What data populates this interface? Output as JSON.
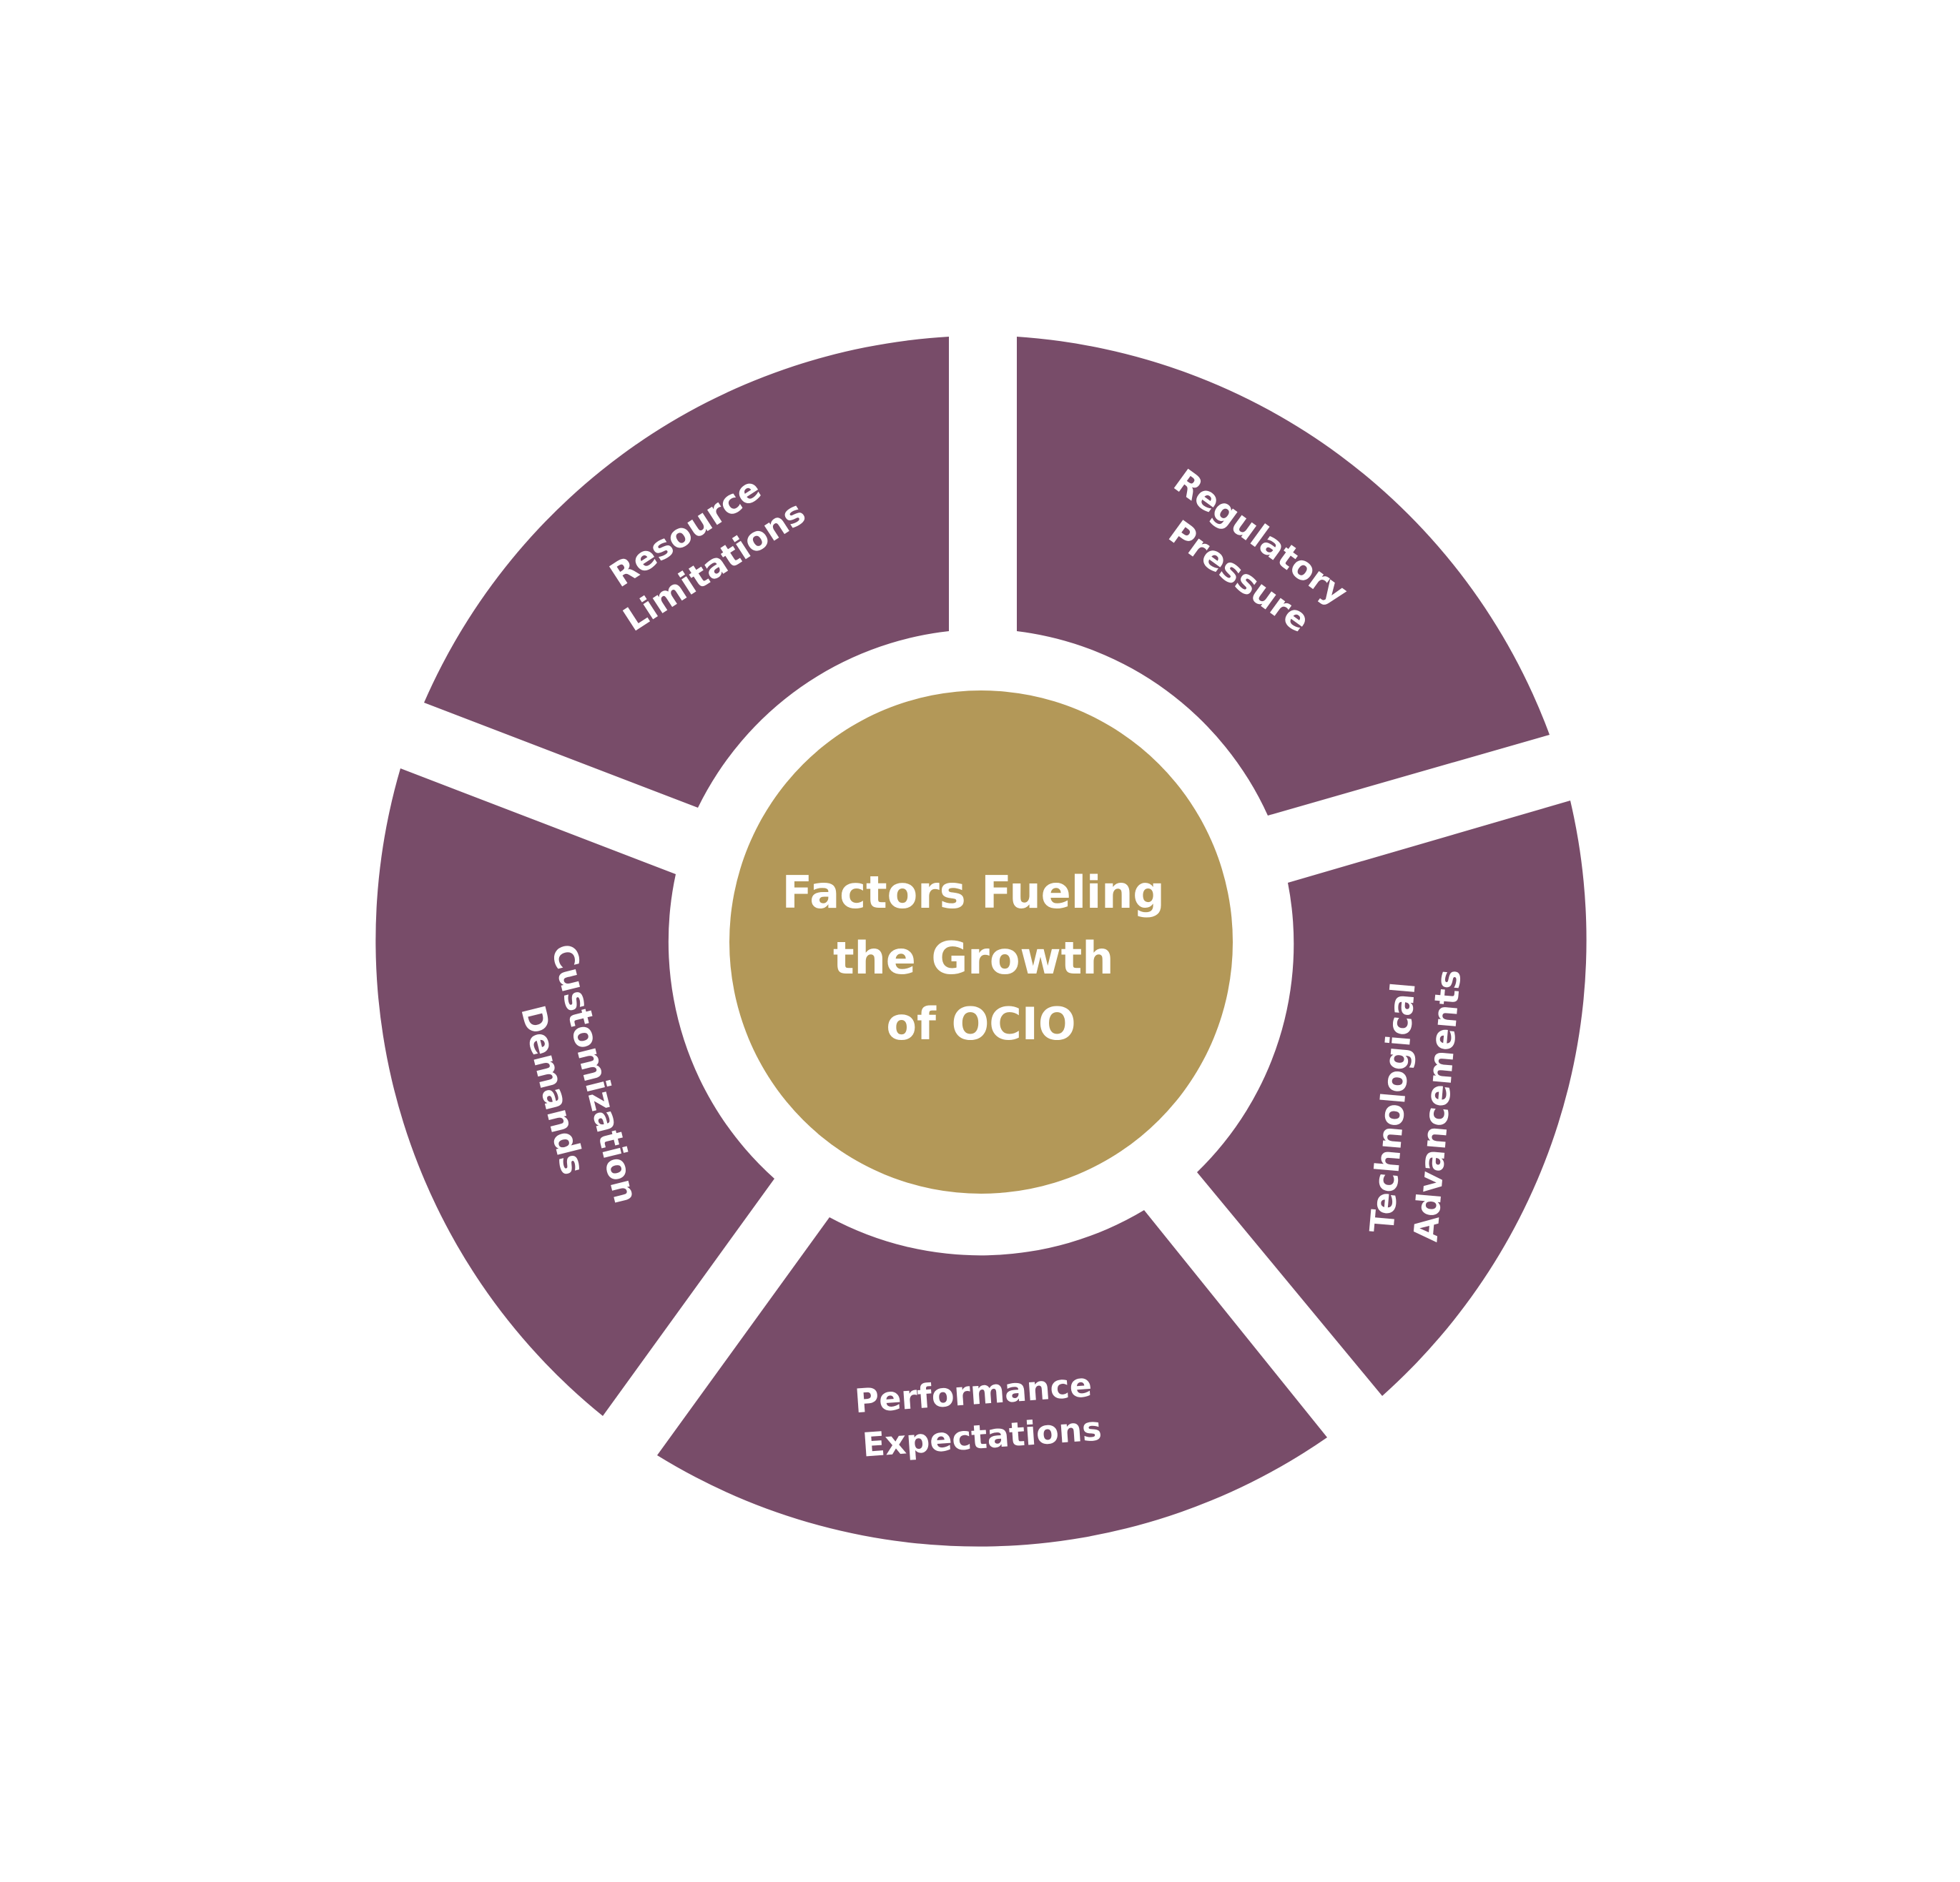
{
  "diagram": {
    "center": {
      "lines": [
        "Factors Fueling",
        "the Growth",
        "of OCIO"
      ],
      "color": "#b39858"
    },
    "segment_color": "#784c69",
    "background": "#ffffff",
    "segments": [
      {
        "id": "resource",
        "lines": [
          "Resource",
          "Limitations"
        ]
      },
      {
        "id": "regulatory",
        "lines": [
          "Regulatory",
          "Pressure"
        ]
      },
      {
        "id": "technological",
        "lines": [
          "Technological",
          "Advancements"
        ]
      },
      {
        "id": "performance",
        "lines": [
          "Performance",
          "Expectations"
        ]
      },
      {
        "id": "customization",
        "lines": [
          "Customization",
          "Demands"
        ]
      }
    ]
  }
}
